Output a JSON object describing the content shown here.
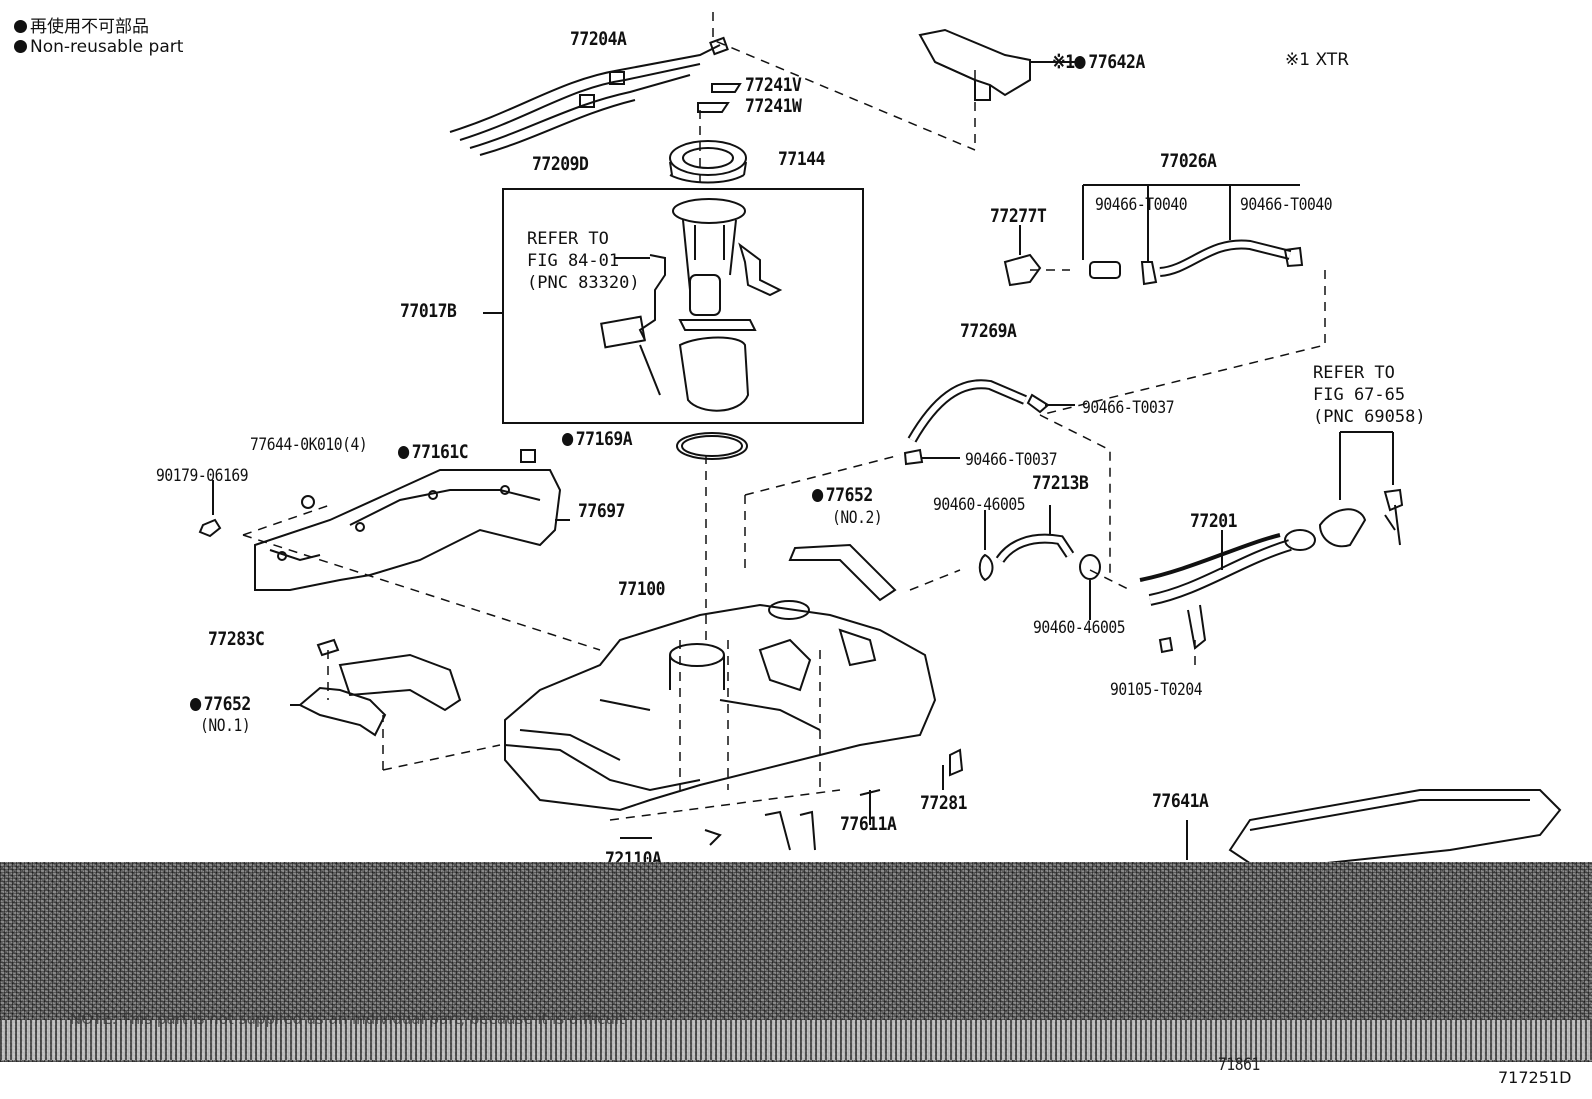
{
  "legend": {
    "jp": "再使用不可部品",
    "en": "Non-reusable part",
    "xtr_note": "※1 XTR"
  },
  "labels": {
    "p77204A": "77204A",
    "p77241V": "77241V",
    "p77241W": "77241W",
    "p77209D": "77209D",
    "p77144": "77144",
    "p77642A_prefix": "※1",
    "p77642A": "77642A",
    "p77026A": "77026A",
    "p77277T": "77277T",
    "p90466T0040a": "90466-T0040",
    "p90466T0040b": "90466-T0040",
    "p77017B": "77017B",
    "refer1_l1": "REFER TO",
    "refer1_l2": "FIG 84-01",
    "refer1_l3": "(PNC 83320)",
    "p77269A": "77269A",
    "p90466T0037a": "90466-T0037",
    "p90466T0037b": "90466-T0037",
    "refer2_l1": "REFER TO",
    "refer2_l2": "FIG 67-65",
    "refer2_l3": "(PNC 69058)",
    "p77644": "77644-0K010(4)",
    "p77161C": "77161C",
    "p77169A": "77169A",
    "p90179": "90179-06169",
    "p77697": "77697",
    "p77652_2": "77652",
    "p77652_2b": "(NO.2)",
    "p90460a": "90460-46005",
    "p77213B": "77213B",
    "p77201": "77201",
    "p77100": "77100",
    "p90460b": "90460-46005",
    "p77283C": "77283C",
    "p90105": "90105-T0204",
    "p77652_1": "77652",
    "p77652_1b": "(NO.1)",
    "p77281": "77281",
    "p77641A": "77641A",
    "p77611A": "77611A",
    "p72110A": "72110A",
    "p71861": "71861",
    "fig_code": "717251D",
    "garbled_note": "NOTE: This part is not supplied as an individual part, because it is difficult"
  }
}
